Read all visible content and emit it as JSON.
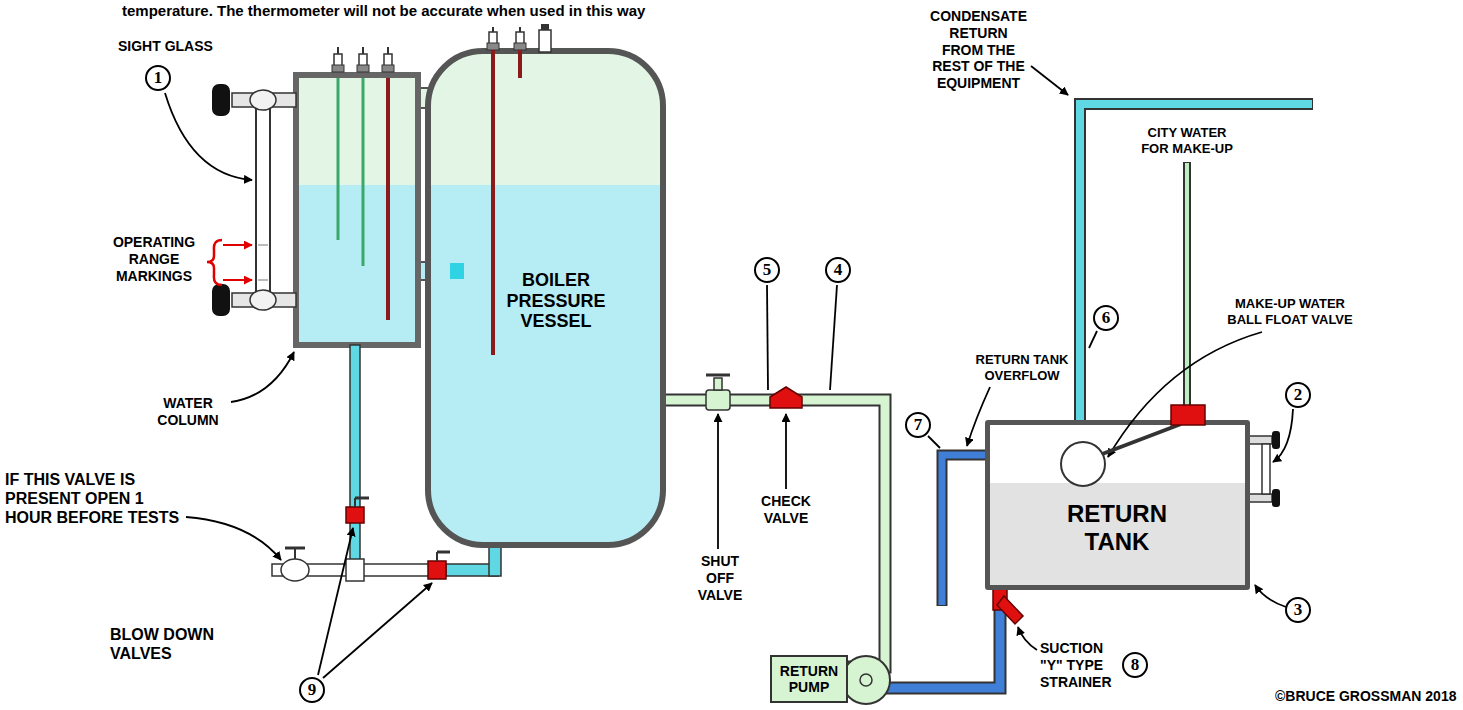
{
  "diagram": {
    "nodes": [
      {
        "text": [
          "BOILER PRESSURE VESSEL"
        ]
      },
      {
        "text": [
          "RETURN PUMP"
        ]
      },
      {
        "text": [
          "RETURN TANK"
        ]
      }
    ],
    "edges": [
      {
        "from": 2,
        "to": 1,
        "arrow": "none"
      },
      {
        "from": 1,
        "to": 0,
        "arrow": "none"
      }
    ],
    "labels": [
      "temperature. The thermometer will not be accurate when used in this way",
      "SIGHT GLASS",
      "1",
      "OPERATING RANGE MARKINGS",
      "WATER COLUMN",
      "IF THIS VALVE IS PRESENT OPEN 1 HOUR BEFORE TESTS",
      "BLOW DOWN VALVES",
      "9",
      "5",
      "4",
      "CHECK VALVE",
      "SHUT OFF VALVE",
      "CONDENSATE RETURN FROM THE REST OF THE EQUIPMENT",
      "CITY WATER FOR MAKE-UP",
      "6",
      "MAKE-UP WATER BALL FLOAT VALVE",
      "2",
      "RETURN TANK OVERFLOW",
      "7",
      "3",
      "SUCTION \"Y\" TYPE STRAINER",
      "8",
      "©BRUCE GROSSMAN 2018"
    ]
  }
}
